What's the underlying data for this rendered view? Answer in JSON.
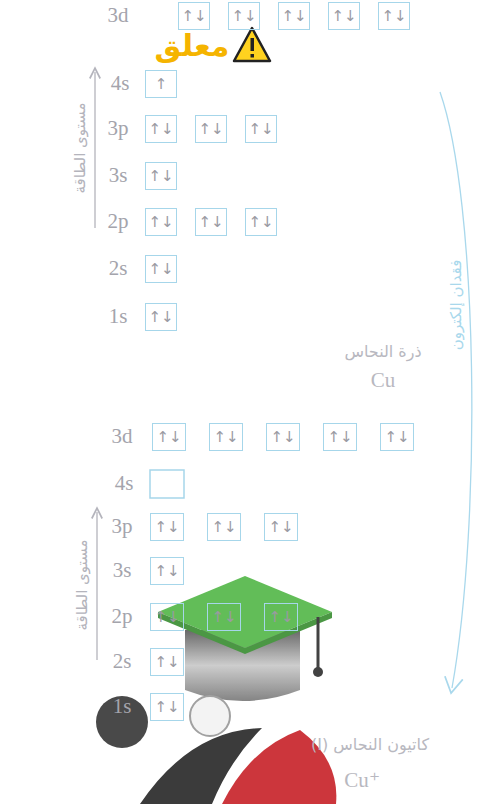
{
  "diagram": {
    "nodes": [
      {
        "text": [
          "↑↓"
        ]
      },
      {
        "text": [
          "↑↓"
        ]
      },
      {
        "text": [
          "↑↓"
        ]
      },
      {
        "text": [
          "↑↓"
        ]
      },
      {
        "text": [
          "↑↓"
        ]
      },
      {
        "text": [
          "↑"
        ]
      },
      {
        "text": [
          "↑↓"
        ]
      },
      {
        "text": [
          "↑↓"
        ]
      },
      {
        "text": [
          "↑↓"
        ]
      },
      {
        "text": [
          "↑↓"
        ]
      },
      {
        "text": [
          "↑↓"
        ]
      },
      {
        "text": [
          "↑↓"
        ]
      },
      {
        "text": [
          "↑↓"
        ]
      },
      {
        "text": [
          "↑↓"
        ]
      },
      {
        "text": [
          "↑↓"
        ]
      },
      {
        "text": [
          "↑↓"
        ]
      },
      {
        "text": [
          "↑↓"
        ]
      },
      {
        "text": [
          "↑↓"
        ]
      },
      {
        "text": [
          "↑↓"
        ]
      },
      {
        "text": [
          "↑↓"
        ]
      },
      {
        "text": [
          "↑↓"
        ]
      },
      {
        "text": [
          "↑↓"
        ]
      },
      {
        "text": [
          "↑↓"
        ]
      },
      {
        "text": [
          "↑↓"
        ]
      },
      {
        "text": [
          "↑↓"
        ]
      },
      {
        "text": [
          "↑↓"
        ]
      },
      {
        "text": [
          "↑↓"
        ]
      },
      {
        "text": [
          "↑↓"
        ]
      },
      {
        "text": [
          "↑↓"
        ]
      }
    ],
    "labels": [
      "معلق",
      "3d",
      "4s",
      "3p",
      "3s",
      "2p",
      "2s",
      "1s",
      "مستوى الطاقة",
      "فقدان إلكترون",
      "ذرة النحاس",
      "Cu",
      "3d",
      "4s",
      "3p",
      "3s",
      "2p",
      "2s",
      "1s",
      "مستوى الطاقة",
      "كاتيون النحاس (I)",
      "Cu⁺"
    ]
  }
}
